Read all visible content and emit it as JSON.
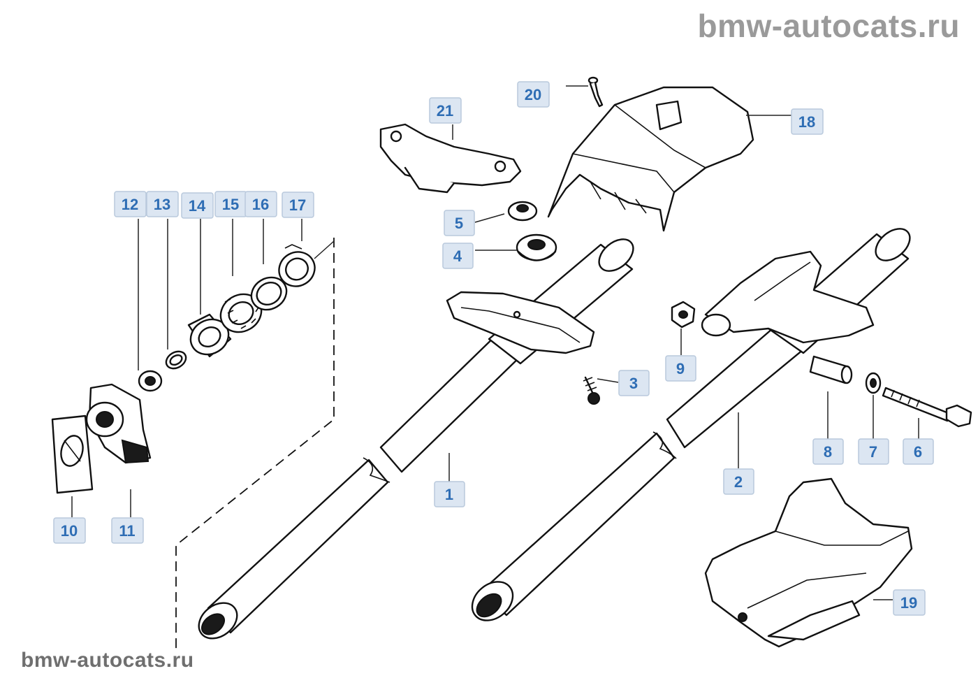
{
  "watermark": {
    "top": "bmw-autocats.ru",
    "bottom": "bmw-autocats.ru"
  },
  "callouts": [
    {
      "id": "c1",
      "label": "1"
    },
    {
      "id": "c2",
      "label": "2"
    },
    {
      "id": "c3",
      "label": "3"
    },
    {
      "id": "c4",
      "label": "4"
    },
    {
      "id": "c5",
      "label": "5"
    },
    {
      "id": "c6",
      "label": "6"
    },
    {
      "id": "c7",
      "label": "7"
    },
    {
      "id": "c8",
      "label": "8"
    },
    {
      "id": "c9",
      "label": "9"
    },
    {
      "id": "c10",
      "label": "10"
    },
    {
      "id": "c11",
      "label": "11"
    },
    {
      "id": "c12",
      "label": "12"
    },
    {
      "id": "c13",
      "label": "13"
    },
    {
      "id": "c14",
      "label": "14"
    },
    {
      "id": "c15",
      "label": "15"
    },
    {
      "id": "c16",
      "label": "16"
    },
    {
      "id": "c17",
      "label": "17"
    },
    {
      "id": "c18",
      "label": "18"
    },
    {
      "id": "c19",
      "label": "19"
    },
    {
      "id": "c20",
      "label": "20"
    },
    {
      "id": "c21",
      "label": "21"
    }
  ]
}
